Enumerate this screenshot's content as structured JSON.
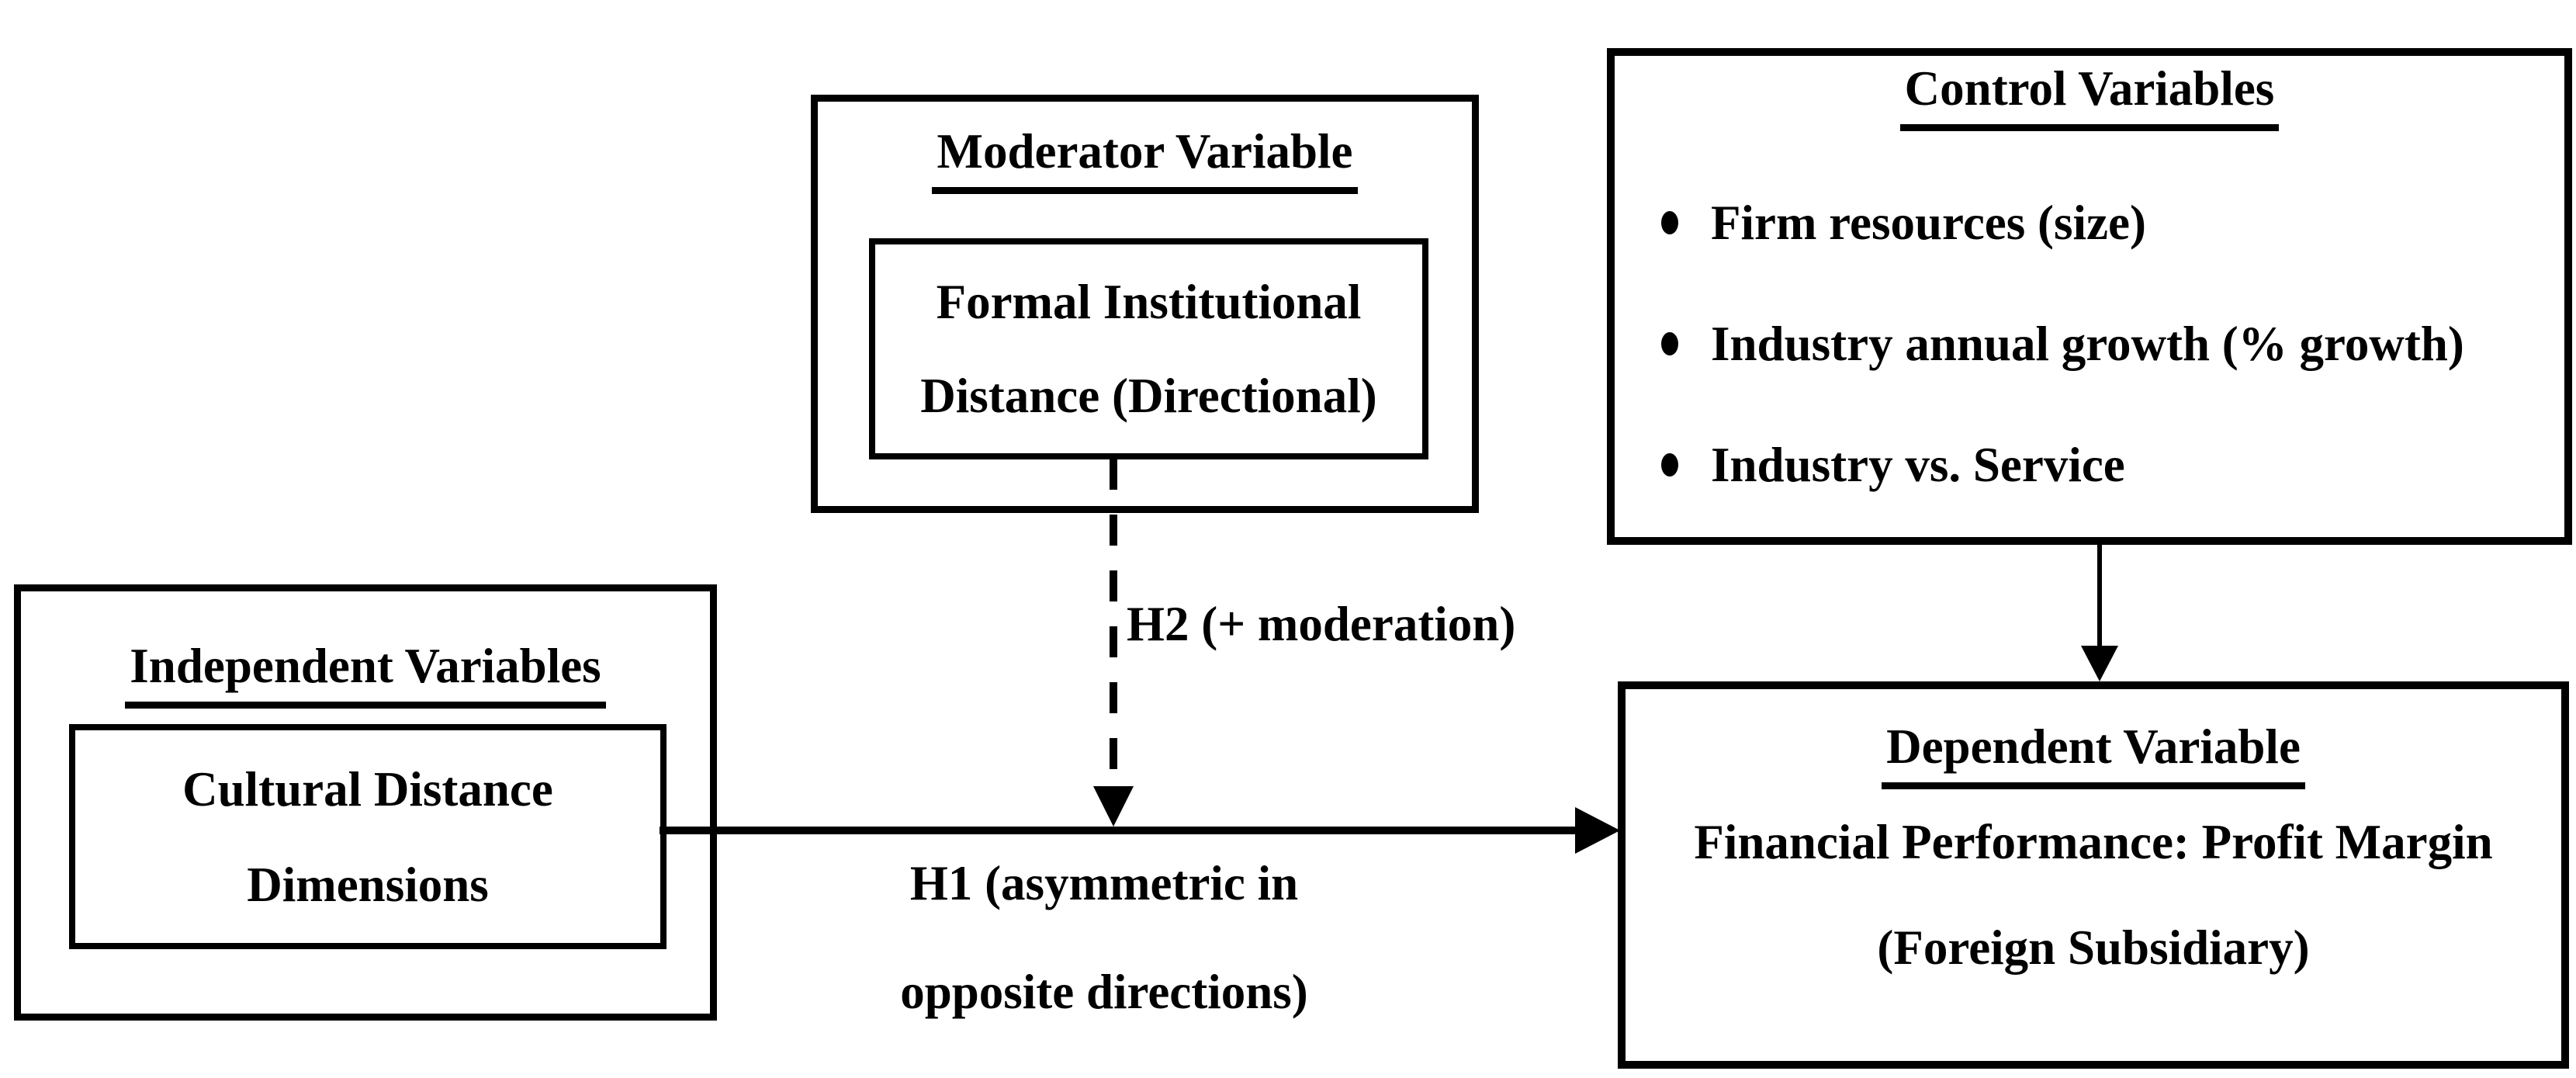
{
  "figure": {
    "background_color": "#ffffff",
    "ink_color": "#000000",
    "independent": {
      "heading": "Independent Variables",
      "lines": [
        "Cultural Distance",
        "Dimensions"
      ]
    },
    "moderator": {
      "heading": "Moderator Variable",
      "lines": [
        "Formal Institutional",
        "Distance (Directional)"
      ]
    },
    "control": {
      "heading": "Control Variables",
      "bullets": [
        "Firm resources (size)",
        "Industry annual growth (% growth)",
        "Industry vs. Service"
      ]
    },
    "dependent": {
      "heading": "Dependent Variable",
      "lines": [
        "Financial Performance: Profit Margin",
        "(Foreign Subsidiary)"
      ]
    },
    "labels": {
      "h2": "H2 (+ moderation)",
      "h1_line1": "H1 (asymmetric in",
      "h1_line2": "opposite directions)"
    },
    "arrows": [
      {
        "name": "h1-arrow",
        "style": "solid",
        "from": "independent-variables-box",
        "to": "dependent-variable-box"
      },
      {
        "name": "h2-arrow",
        "style": "dashed",
        "from": "moderator-variable-box",
        "to": "h1-arrow"
      },
      {
        "name": "control-arrow",
        "style": "solid",
        "from": "control-variables-box",
        "to": "dependent-variable-box"
      }
    ]
  }
}
